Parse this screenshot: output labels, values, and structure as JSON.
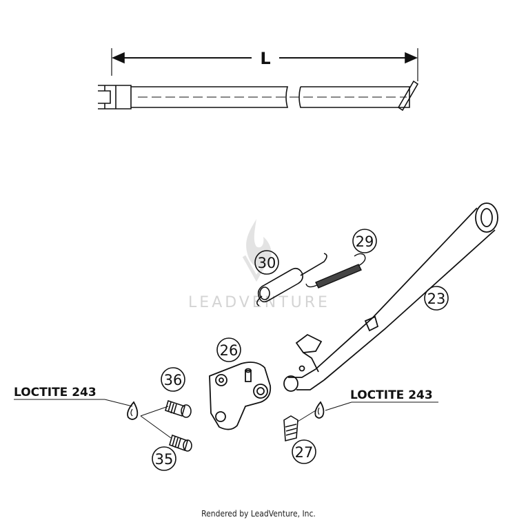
{
  "diagram": {
    "dimension_label": "L",
    "callouts": [
      "23",
      "26",
      "27",
      "29",
      "30",
      "35",
      "36"
    ],
    "labels": {
      "loctite_left": "LOCTITE 243",
      "loctite_right": "LOCTITE 243"
    },
    "watermark": "LEADVENTURE",
    "footer": "Rendered by LeadVenture, Inc."
  },
  "colors": {
    "line": "#111111",
    "watermark": "#d4d4d4",
    "background": "#ffffff"
  }
}
